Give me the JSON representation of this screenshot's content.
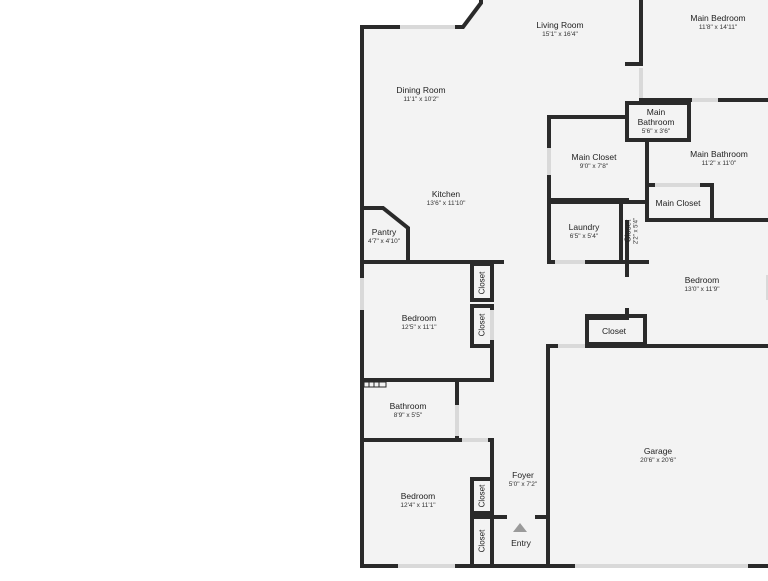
{
  "plan": {
    "floor_color": "#f3f3f3",
    "wall_color": "#2a2a2a",
    "window_color": "#d9d9d9",
    "entry_marker_color": "#9a9a9a",
    "rooms": {
      "living_room": {
        "name": "Living Room",
        "dims": "15'1\" x 16'4\""
      },
      "main_bedroom": {
        "name": "Main Bedroom",
        "dims": "11'8\" x 14'11\""
      },
      "dining_room": {
        "name": "Dining Room",
        "dims": "11'1\" x 10'2\""
      },
      "main_bathroom_small": {
        "name1": "Main",
        "name2": "Bathroom",
        "dims": "5'6\" x 3'6\""
      },
      "main_closet_left": {
        "name": "Main Closet",
        "dims": "9'0\" x 7'8\""
      },
      "main_bathroom": {
        "name": "Main Bathroom",
        "dims": "11'2\" x 11'0\""
      },
      "kitchen": {
        "name": "Kitchen",
        "dims": "13'6\" x 11'10\""
      },
      "main_closet_right": {
        "name": "Main Closet"
      },
      "pantry": {
        "name": "Pantry",
        "dims": "4'7\" x 4'10\""
      },
      "laundry": {
        "name": "Laundry",
        "dims": "6'5\" x 5'4\""
      },
      "laundry_closet": {
        "name": "Closet",
        "dims": "2'2\" x 5'4\""
      },
      "bedroom_right": {
        "name": "Bedroom",
        "dims": "13'0\" x 11'9\""
      },
      "bedroom_upper_closet_1": {
        "name": "Closet"
      },
      "bedroom_upper_closet_2": {
        "name": "Closet"
      },
      "bedroom_upper": {
        "name": "Bedroom",
        "dims": "12'5\" x 11'1\""
      },
      "right_bedroom_closet": {
        "name": "Closet"
      },
      "bathroom": {
        "name": "Bathroom",
        "dims": "8'9\" x 5'5\""
      },
      "garage": {
        "name": "Garage",
        "dims": "20'6\" x 20'6\""
      },
      "foyer": {
        "name": "Foyer",
        "dims": "5'0\" x 7'2\""
      },
      "bedroom_lower": {
        "name": "Bedroom",
        "dims": "12'4\" x 11'1\""
      },
      "bedroom_lower_closet_1": {
        "name": "Closet"
      },
      "bedroom_lower_closet_2": {
        "name": "Closet"
      },
      "entry": {
        "name": "Entry"
      }
    }
  }
}
